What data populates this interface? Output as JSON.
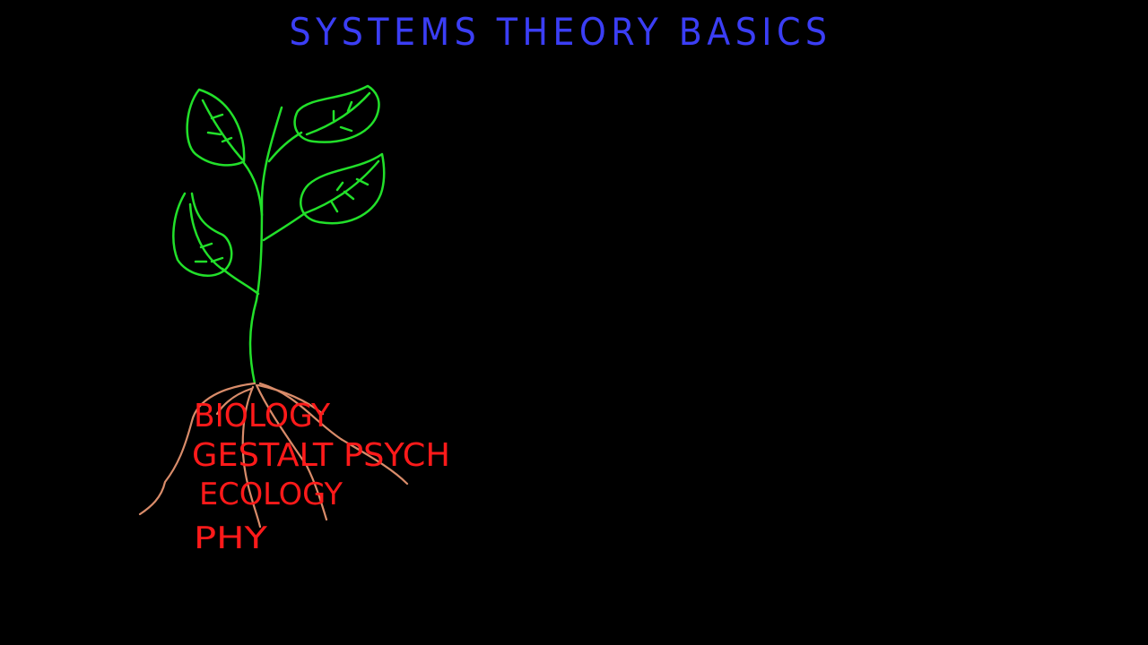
{
  "title": "SYSTEMS THEORY BASICS",
  "roots": [
    {
      "label": "BIOLOGY"
    },
    {
      "label": "GESTALT PSYCH"
    },
    {
      "label": "ECOLOGY"
    },
    {
      "label": "PHY"
    }
  ],
  "colors": {
    "background": "#000000",
    "title": "#3b3ef5",
    "plant": "#22e02a",
    "roots": "#d98c6a",
    "root_labels": "#ff1a1a"
  }
}
